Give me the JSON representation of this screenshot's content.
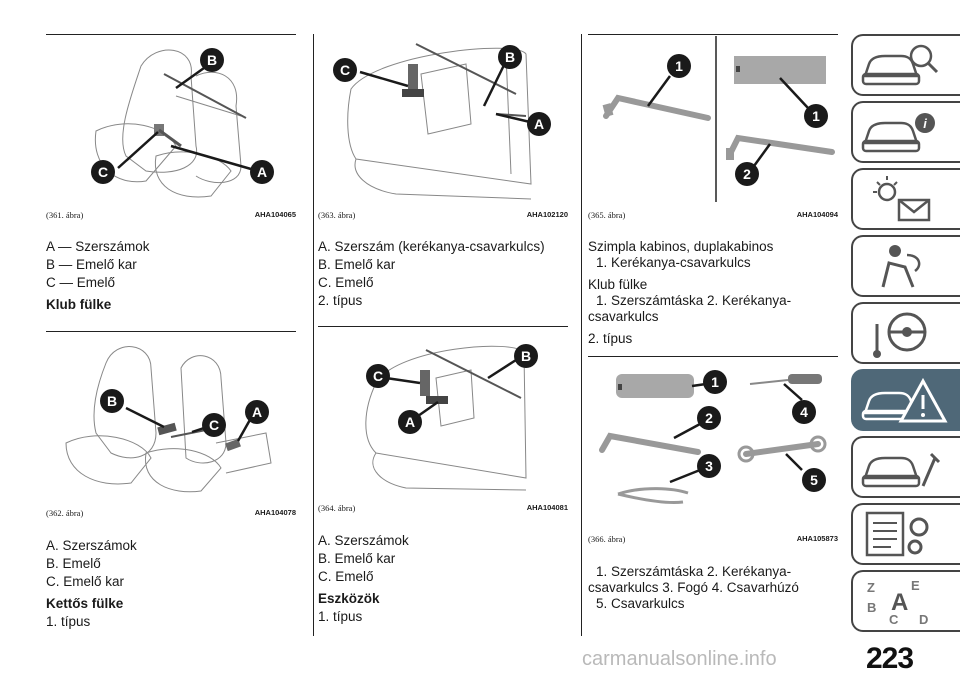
{
  "col1": {
    "fig361_caption": "(361. ábra)",
    "fig361_code": "AHA104065",
    "fig361_lines": [
      "A — Szerszámok",
      "B — Emelő kar",
      "C — Emelő"
    ],
    "heading_klub": "Klub fülke",
    "fig362_caption": "(362. ábra)",
    "fig362_code": "AHA104078",
    "fig362_lines": [
      "A. Szerszámok",
      "B. Emelő",
      "C. Emelő kar"
    ],
    "heading_kettos": "Kettős fülke",
    "tipus1": "1. típus"
  },
  "col2": {
    "fig363_caption": "(363. ábra)",
    "fig363_code": "AHA102120",
    "fig363_lines": [
      "A. Szerszám (kerékanya-csavarkulcs)",
      "B. Emelő kar",
      "C. Emelő",
      "2. típus"
    ],
    "fig364_caption": "(364. ábra)",
    "fig364_code": "AHA104081",
    "fig364_lines": [
      "A. Szerszámok",
      "B. Emelő kar",
      "C. Emelő"
    ],
    "heading_eszkozok": "Eszközök",
    "tipus1": "1. típus"
  },
  "col3": {
    "fig365_caption": "(365. ábra)",
    "fig365_code": "AHA104094",
    "p1_title": "Szimpla kabinos, duplakabinos",
    "p1_item": "1. Kerékanya-csavarkulcs",
    "p2_title": "Klub fülke",
    "p2_item_a": "1. Szerszámtáska 2. Kerékanya-",
    "p2_item_b": "csavarkulcs",
    "tipus2": "2. típus",
    "fig366_caption": "(366. ábra)",
    "fig366_code": "AHA105873",
    "p3_a": "1. Szerszámtáska 2. Kerékanya-",
    "p3_b": "csavarkulcs 3. Fogó 4. Csavarhúzó",
    "p3_c": "5. Csavarkulcs"
  },
  "callouts": {
    "a": "A",
    "b": "B",
    "c": "C",
    "n1": "1",
    "n2": "2",
    "n3": "3",
    "n4": "4",
    "n5": "5"
  },
  "page_number": "223",
  "watermark": "carmanualsonline.info",
  "colors": {
    "callout": "#1a1a1a",
    "active_tab": "#4f6878",
    "line": "#222222"
  },
  "sidebar_icons": [
    "car-search-icon",
    "car-info-icon",
    "warning-lights-icon",
    "airbag-person-icon",
    "steering-key-icon",
    "breakdown-warning-icon",
    "car-service-icon",
    "checklist-gear-icon",
    "alphabet-index-icon"
  ]
}
